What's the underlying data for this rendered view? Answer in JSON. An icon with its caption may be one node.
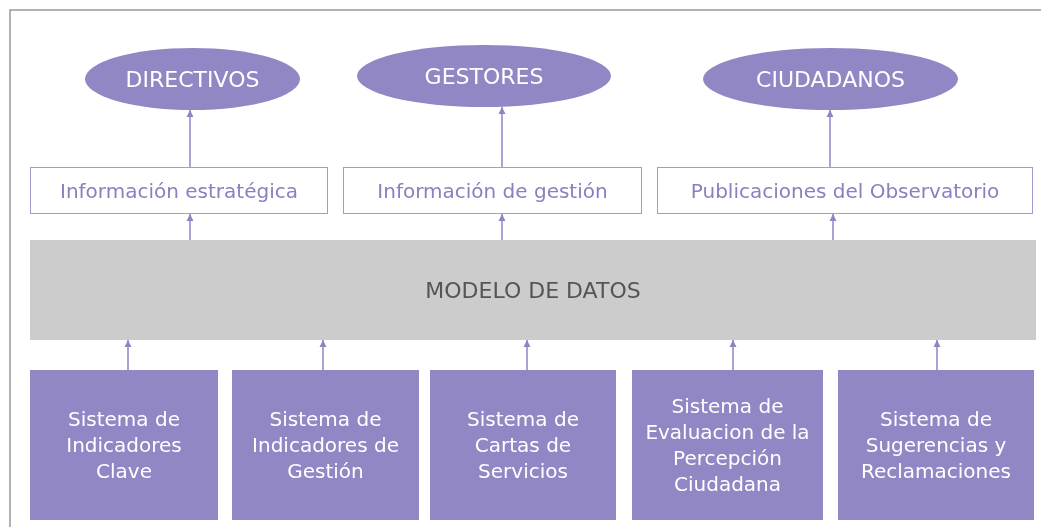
{
  "diagram": {
    "nodes": [
      {
        "text": [
          "DIRECTIVOS"
        ]
      },
      {
        "text": [
          "GESTORES"
        ]
      },
      {
        "text": [
          "CIUDADANOS"
        ]
      },
      {
        "text": [
          "Información estratégica"
        ]
      },
      {
        "text": [
          "Información de gestión"
        ]
      },
      {
        "text": [
          "Publicaciones del Observatorio"
        ]
      },
      {
        "text": [
          "MODELO DE DATOS"
        ]
      },
      {
        "text": [
          "Sistema de Indicadores Clave"
        ]
      },
      {
        "text": [
          "Sistema de Indicadores de Gestión"
        ]
      },
      {
        "text": [
          "Sistema de Cartas de Servicios"
        ]
      },
      {
        "text": [
          "Sistema de Evaluacion de la Percepción Ciudadana"
        ]
      },
      {
        "text": [
          "Sistema de Sugerencias y Reclamaciones"
        ]
      }
    ],
    "edges": [
      {
        "from": 3,
        "to": 0,
        "arrow": "to"
      },
      {
        "from": 4,
        "to": 1,
        "arrow": "to"
      },
      {
        "from": 5,
        "to": 2,
        "arrow": "to"
      },
      {
        "from": 6,
        "to": 3,
        "arrow": "to"
      },
      {
        "from": 6,
        "to": 4,
        "arrow": "to"
      },
      {
        "from": 6,
        "to": 5,
        "arrow": "to"
      },
      {
        "from": 7,
        "to": 6,
        "arrow": "to"
      },
      {
        "from": 8,
        "to": 6,
        "arrow": "to"
      },
      {
        "from": 9,
        "to": 6,
        "arrow": "to"
      },
      {
        "from": 10,
        "to": 6,
        "arrow": "to"
      },
      {
        "from": 11,
        "to": 6,
        "arrow": "to"
      }
    ]
  }
}
